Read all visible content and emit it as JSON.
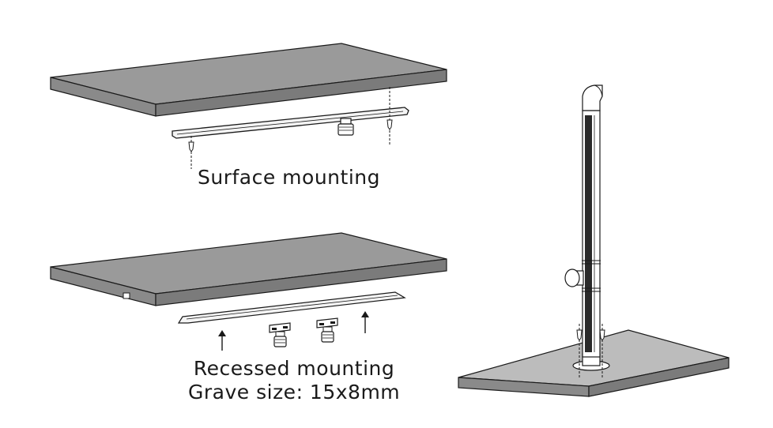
{
  "captions": {
    "surface": "Surface mounting",
    "recessed": "Recessed mounting",
    "grave": "Grave size: 15x8mm"
  },
  "colors": {
    "board_top": "#9a9a9a",
    "board_side": "#7e7e7e",
    "outline": "#1a1a1a",
    "light_fill": "#f2f2f2",
    "base_top": "#bcbcbc"
  }
}
